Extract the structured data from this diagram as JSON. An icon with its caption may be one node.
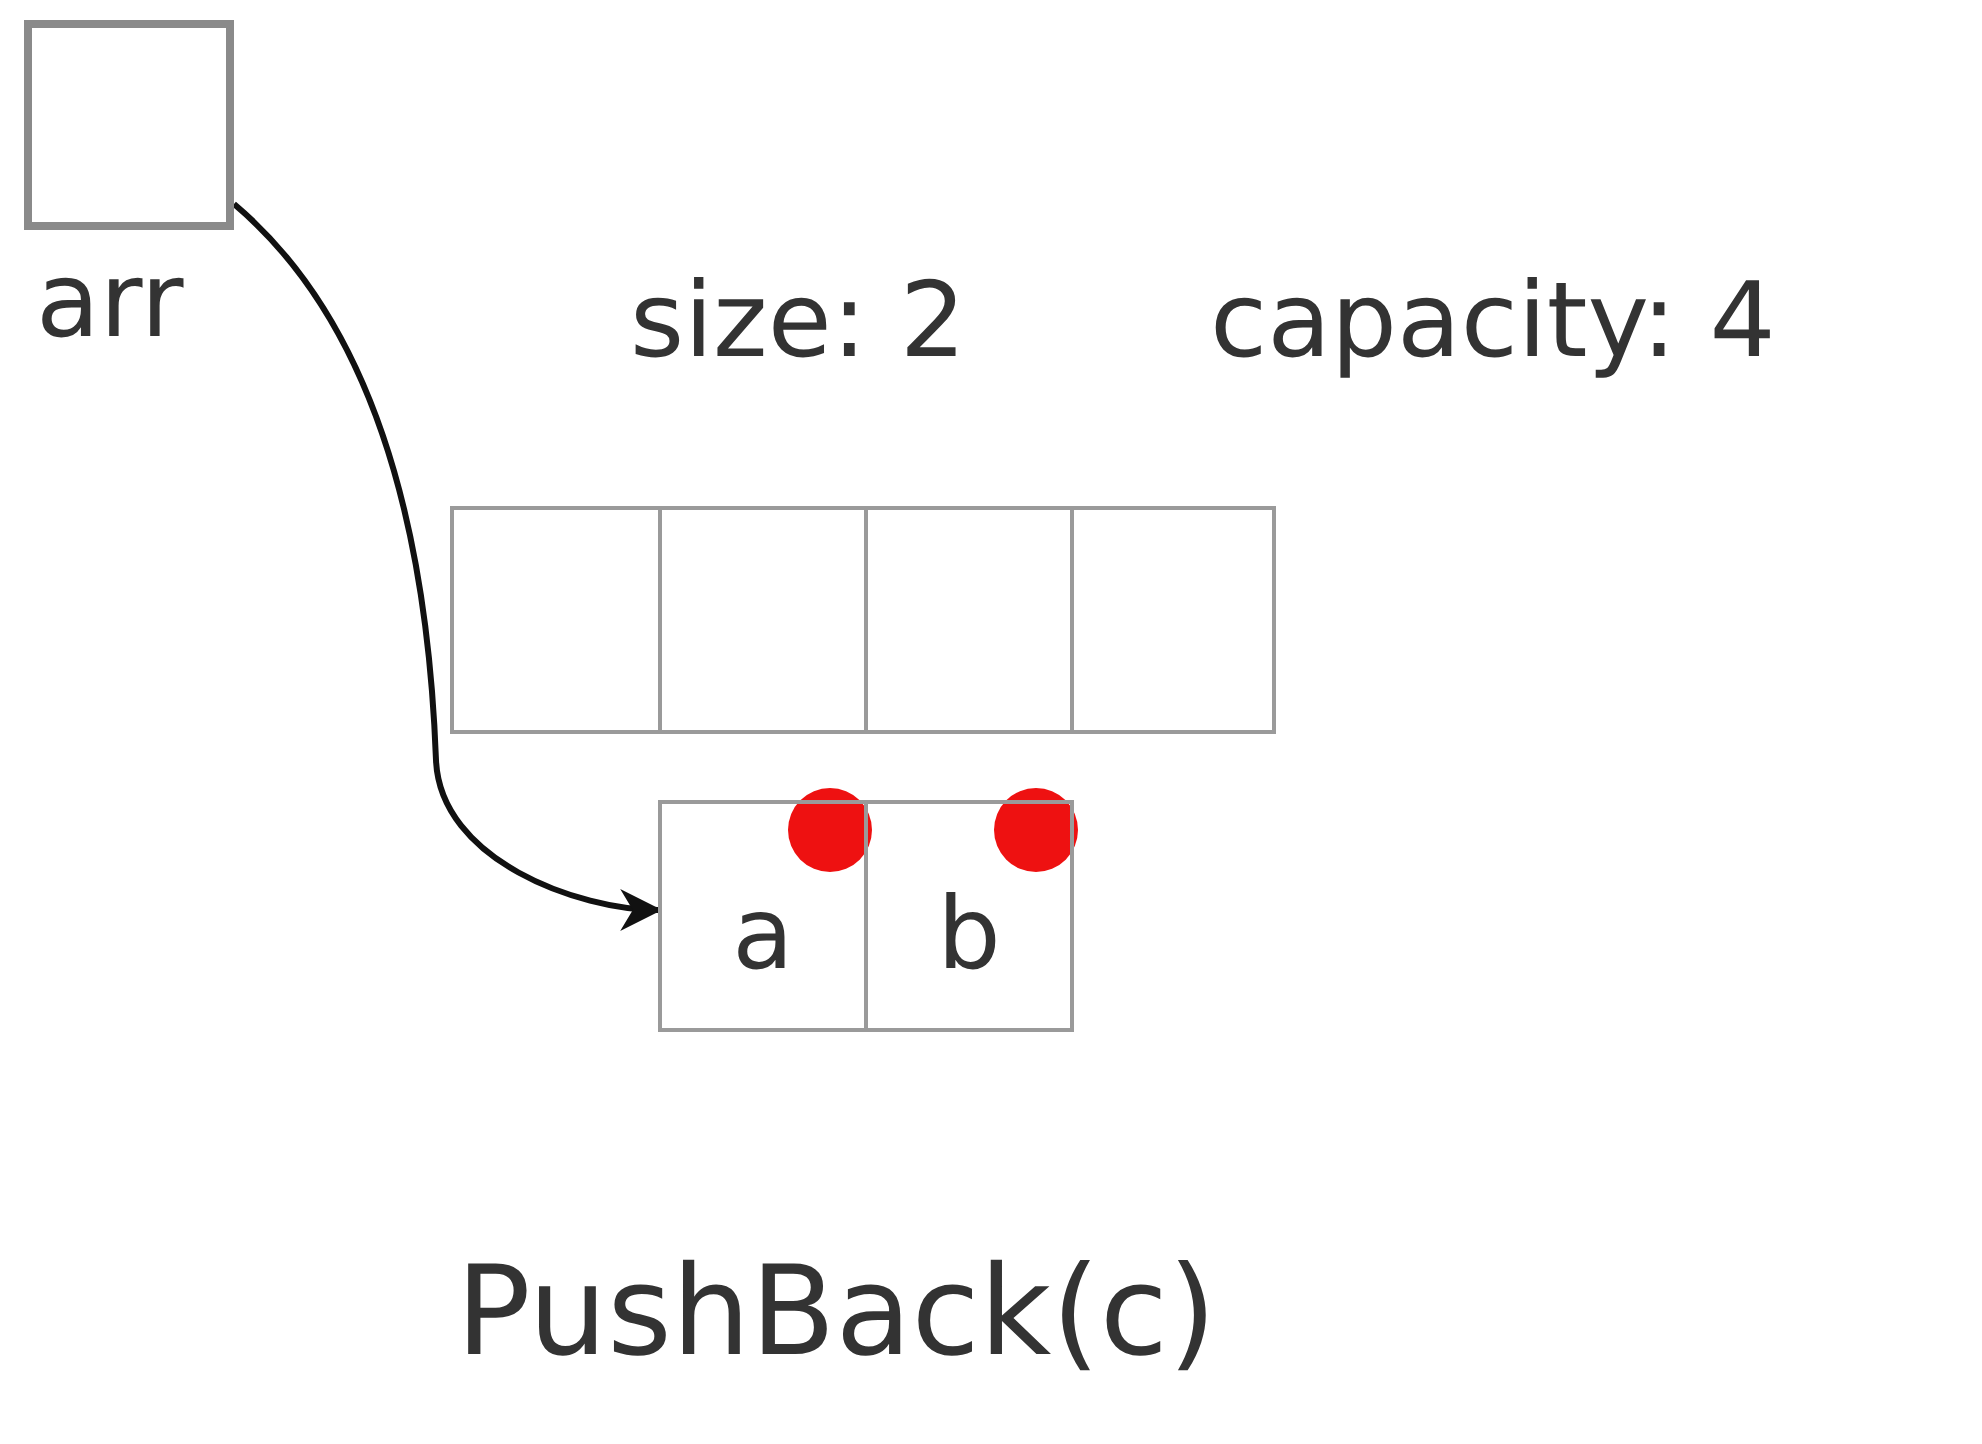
{
  "diagram": {
    "nodes": [
      {
        "text": [
          "arr"
        ]
      },
      {
        "text": [],
        "shape": "box"
      },
      {
        "text": [],
        "shape": "box"
      },
      {
        "text": [],
        "shape": "box"
      },
      {
        "text": [],
        "shape": "box"
      },
      {
        "text": [
          "a"
        ]
      },
      {
        "text": [
          "b"
        ]
      }
    ],
    "edges": [
      {
        "from": 0,
        "to": 5,
        "arrow": "to"
      }
    ],
    "labels": [
      "size: 2",
      "capacity: 4",
      "PushBack(c)"
    ]
  }
}
